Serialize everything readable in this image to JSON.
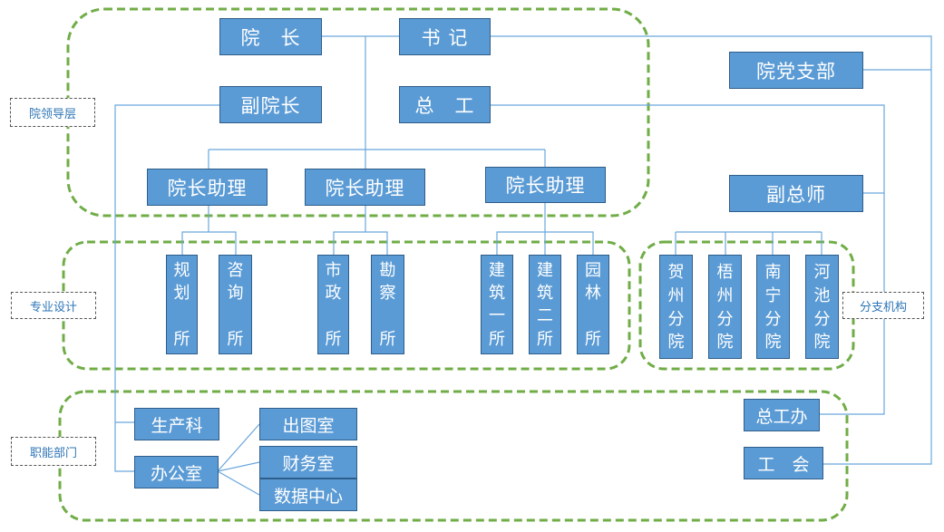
{
  "regions": {
    "leadership": "院领导层",
    "professional": "专业设计",
    "functional": "职能部门",
    "branch": "分支机构"
  },
  "leadership": {
    "president": "院　长",
    "secretary": "书 记",
    "vice_president": "副院长",
    "chief_engineer": "总　工",
    "assistant_1": "院长助理",
    "assistant_2": "院长助理",
    "assistant_3": "院长助理"
  },
  "side": {
    "party_branch": "院党支部",
    "deputy_chief_engineer": "副总师"
  },
  "departments": {
    "planning": [
      "规",
      "划",
      "",
      "所"
    ],
    "consulting": [
      "咨",
      "询",
      "",
      "所"
    ],
    "municipal": [
      "市",
      "政",
      "",
      "所"
    ],
    "survey": [
      "勘",
      "察",
      "",
      "所"
    ],
    "arch1": [
      "建",
      "筑",
      "一",
      "所"
    ],
    "arch2": [
      "建",
      "筑",
      "二",
      "所"
    ],
    "landscape": [
      "园",
      "林",
      "",
      "所"
    ]
  },
  "branches": {
    "hezhou": [
      "贺",
      "州",
      "分",
      "院"
    ],
    "wuzhou": [
      "梧",
      "州",
      "分",
      "院"
    ],
    "nanning": [
      "南",
      "宁",
      "分",
      "院"
    ],
    "hechi": [
      "河",
      "池",
      "分",
      "院"
    ]
  },
  "functional": {
    "production": "生产科",
    "office": "办公室",
    "drawing_room": "出图室",
    "finance_room": "财务室",
    "data_center": "数据中心",
    "chief_eng_office": "总工办",
    "union": "工　会"
  },
  "colors": {
    "box_fill": "#5b9bd5",
    "box_border": "#2e5d8a",
    "connector": "#6aa6dc",
    "group_border": "#70ad47",
    "label_text": "#2e75b6"
  }
}
